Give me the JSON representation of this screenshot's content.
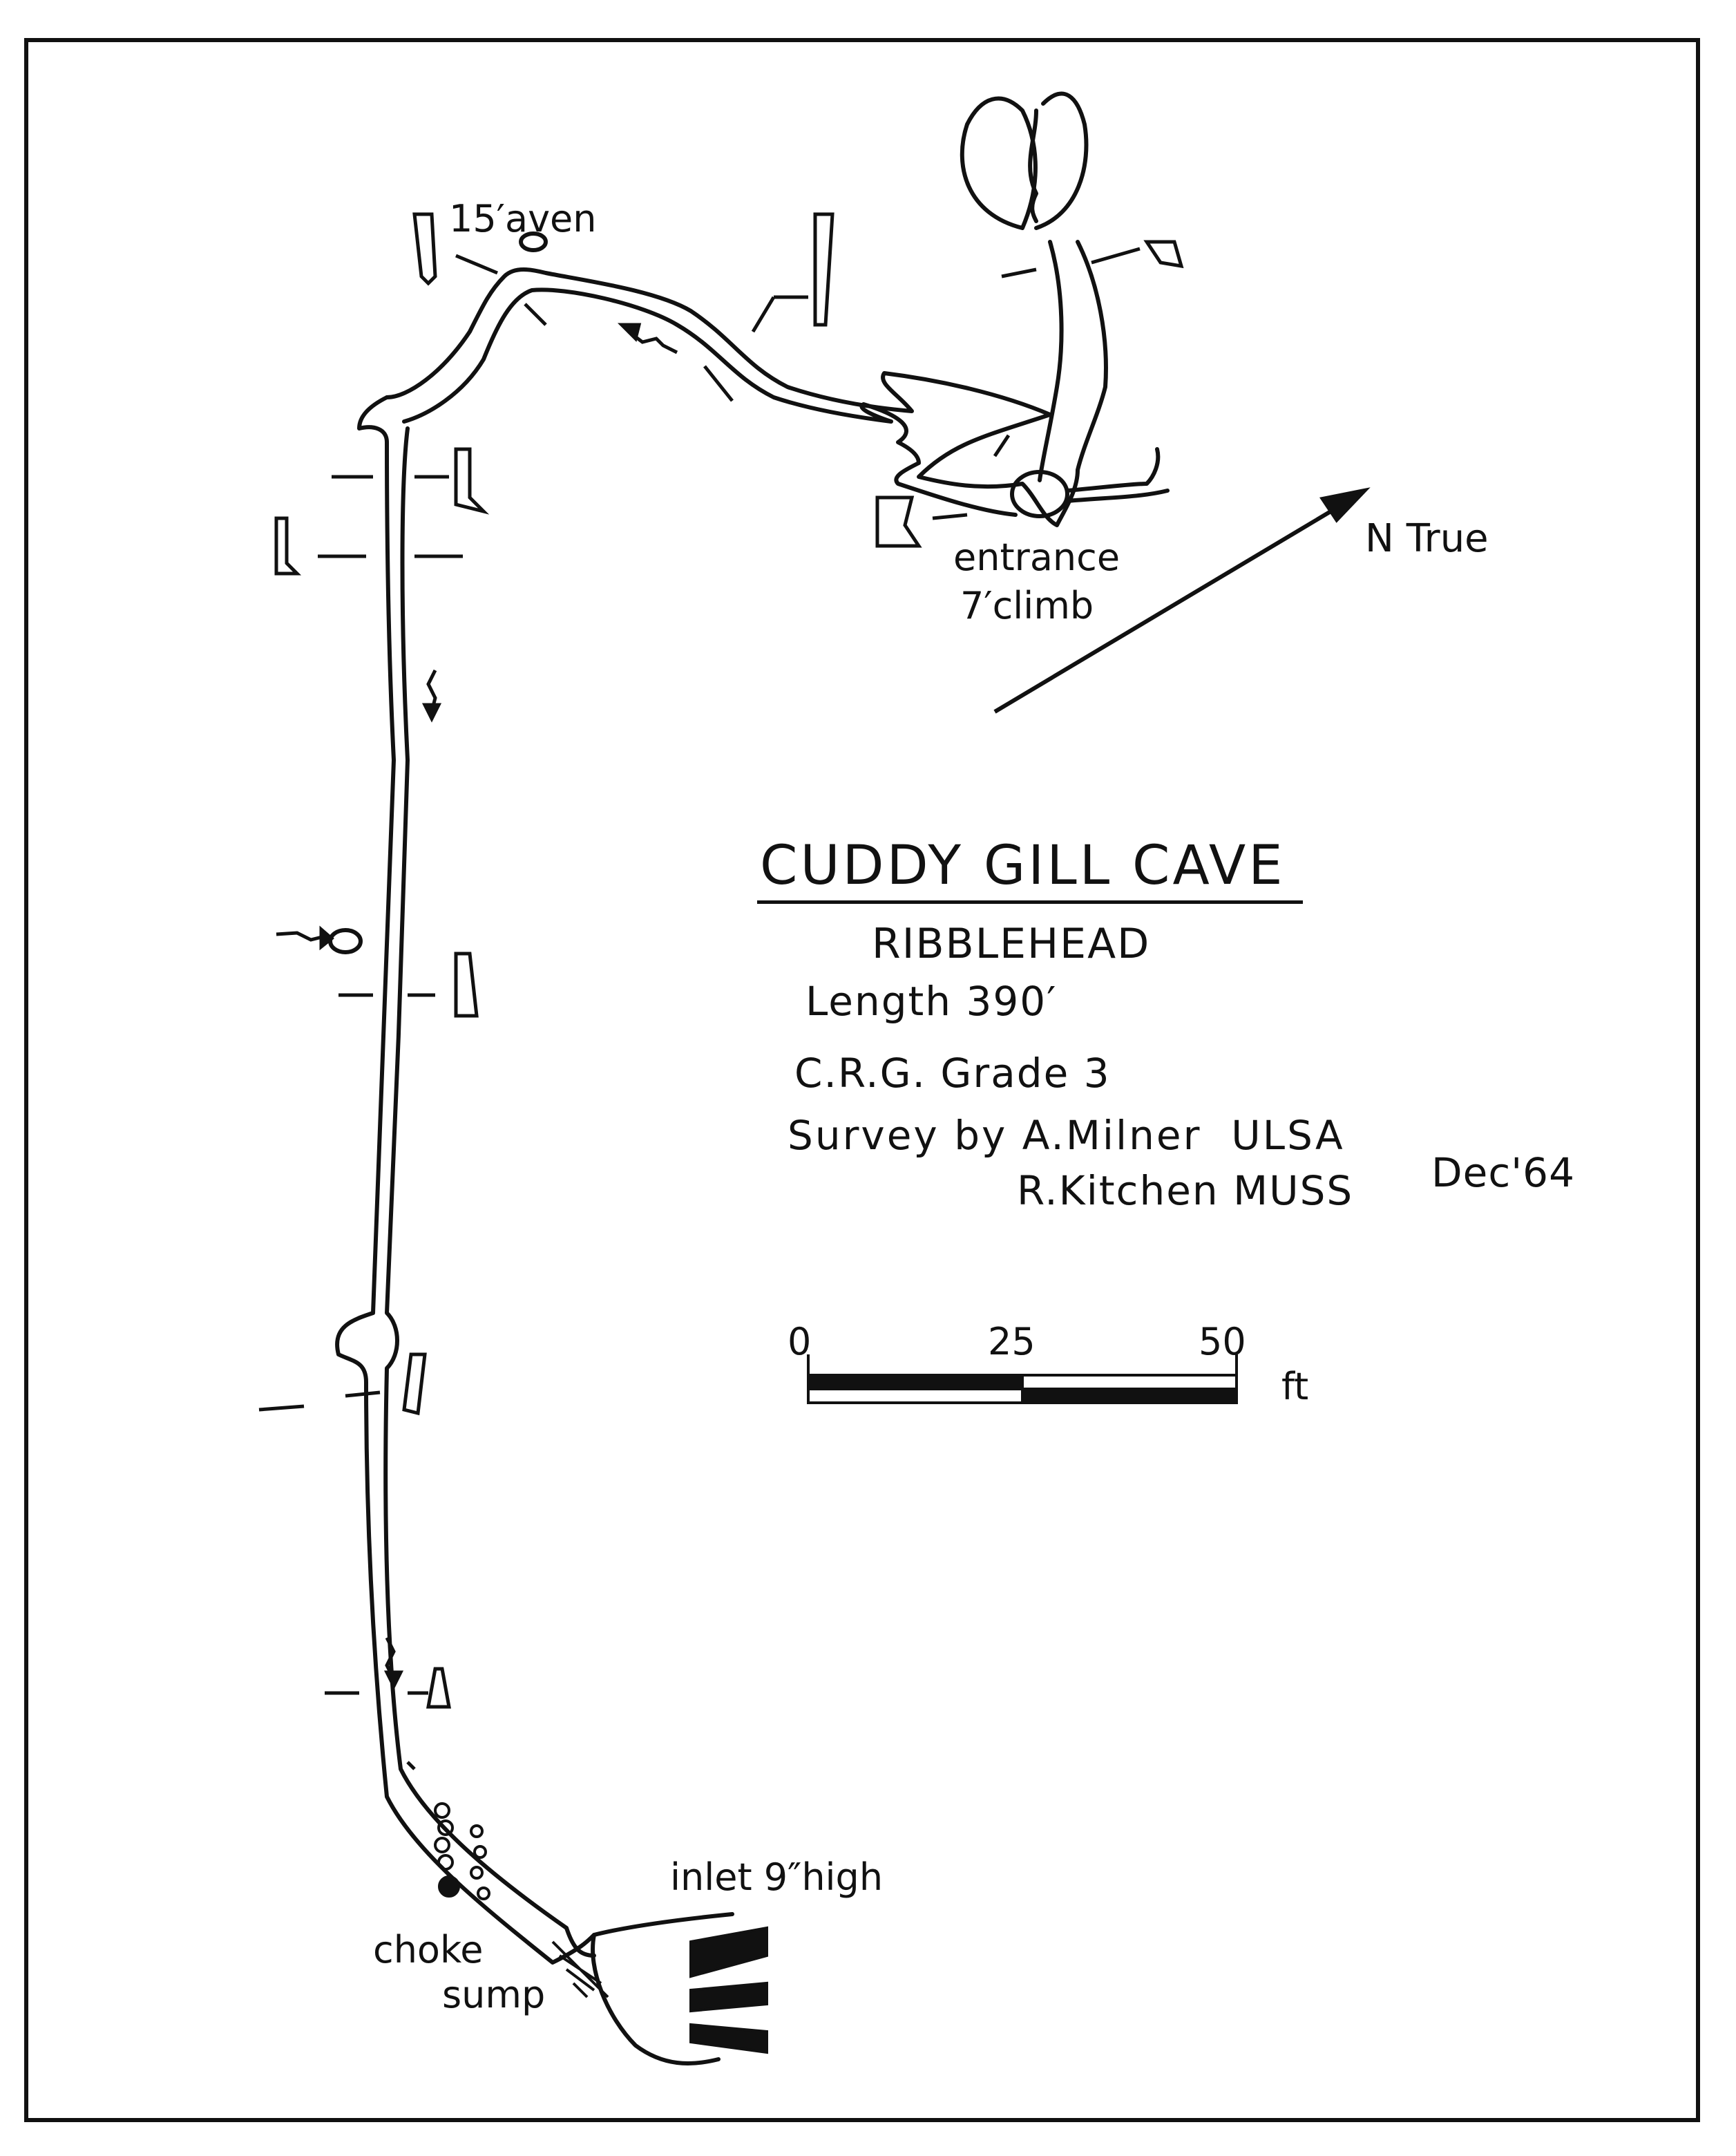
{
  "title": "CUDDY  GILL CAVE",
  "location": "RIBBLEHEAD",
  "length": "Length 390",
  "length_unit_mark": "′",
  "grade": "C.R.G. Grade 3",
  "survey": {
    "by": "Survey by A.Milner",
    "club1": "ULSA",
    "surveyor2": "R.Kitchen",
    "club2": "MUSS",
    "date": "Dec'64"
  },
  "north_label": "N True",
  "labels": {
    "aven": "15′aven",
    "entrance": "entrance",
    "climb": "7′climb",
    "inlet": "inlet 9″high",
    "choke": "choke",
    "sump": "sump"
  },
  "scale": {
    "ticks": [
      "0",
      "25",
      "50"
    ],
    "unit": "ft"
  },
  "colors": {
    "ink": "#111111",
    "paper": "#ffffff"
  }
}
